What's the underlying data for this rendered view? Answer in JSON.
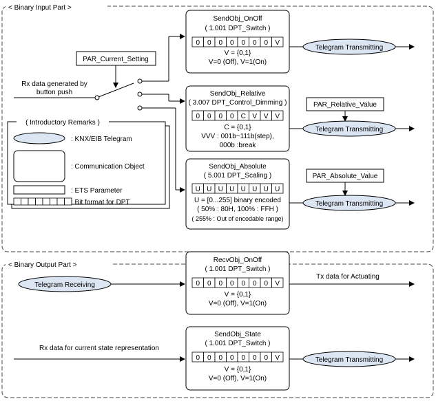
{
  "input_part": {
    "title": "< Binary Input Part >",
    "par_current": "PAR_Current_Setting",
    "rx_line1": "Rx data generated by",
    "rx_line2": "button push",
    "onoff": {
      "name": "SendObj_OnOff",
      "dpt": "( 1.001 DPT_Switch )",
      "bits": [
        "0",
        "0",
        "0",
        "0",
        "0",
        "0",
        "0",
        "V"
      ],
      "desc1": "V = {0,1}",
      "desc2": "V=0 (Off), V=1(On)"
    },
    "relative": {
      "name": "SendObj_Relative",
      "dpt": "( 3.007 DPT_Control_Dimming )",
      "bits": [
        "0",
        "0",
        "0",
        "0",
        "C",
        "V",
        "V",
        "V"
      ],
      "desc1": "C = {0,1}",
      "desc2": "VVV : 001b~111b(step),",
      "desc3": "000b :break",
      "param": "PAR_Relative_Value"
    },
    "absolute": {
      "name": "SendObj_Absolute",
      "dpt": "( 5.001 DPT_Scaling )",
      "bits": [
        "U",
        "U",
        "U",
        "U",
        "U",
        "U",
        "U",
        "U"
      ],
      "desc1": "U = [0...255] binary encoded",
      "desc2": "( 50% : 80H, 100% : FFH )",
      "desc3": "( 255% : Out of encodable range)",
      "param": "PAR_Absolute_Value"
    },
    "telegram_tx": "Telegram Transmitting"
  },
  "legend": {
    "title": "( Introductory Remarks )",
    "telegram": ": KNX/EIB Telegram",
    "object": ": Communication Object",
    "parameter": ": ETS Parameter",
    "bitformat": ": Bit format for DPT"
  },
  "output_part": {
    "title": "< Binary Output Part >",
    "telegram_rx": "Telegram Receiving",
    "tx_actuating": "Tx data for Actuating",
    "rx_state": "Rx data for current state representation",
    "recv_onoff": {
      "name": "RecvObj_OnOff",
      "dpt": "( 1.001 DPT_Switch )",
      "bits": [
        "0",
        "0",
        "0",
        "0",
        "0",
        "0",
        "0",
        "V"
      ],
      "desc1": "V = {0,1}",
      "desc2": "V=0 (Off), V=1(On)"
    },
    "send_state": {
      "name": "SendObj_State",
      "dpt": "( 1.001 DPT_Switch )",
      "bits": [
        "0",
        "0",
        "0",
        "0",
        "0",
        "0",
        "0",
        "V"
      ],
      "desc1": "V = {0,1}",
      "desc2": "V=0 (Off), V=1(On)"
    },
    "telegram_tx": "Telegram Transmitting"
  }
}
